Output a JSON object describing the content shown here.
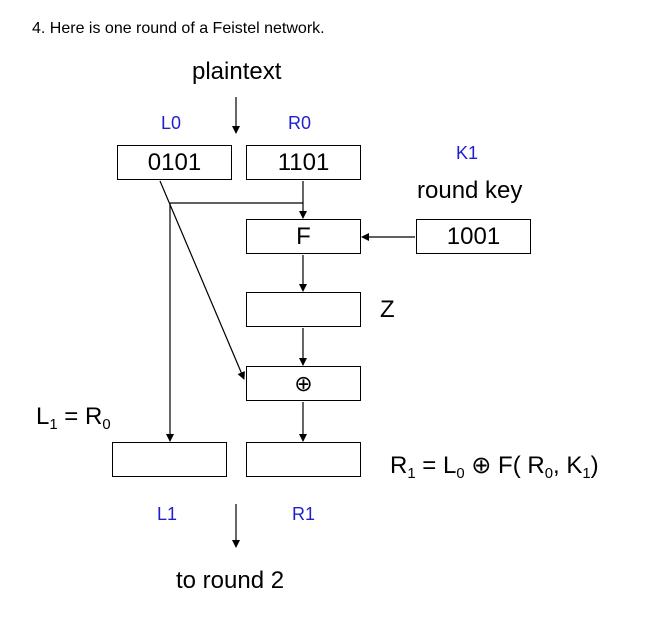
{
  "question": "4. Here is one round of a Feistel network.",
  "plaintext_label": "plaintext",
  "labels": {
    "l0": "L0",
    "r0": "R0",
    "k1": "K1",
    "l1": "L1",
    "r1": "R1"
  },
  "boxes": {
    "l0_value": "0101",
    "r0_value": "1101",
    "f": "F",
    "key_value": "1001",
    "xor": "⊕"
  },
  "round_key_label": "round key",
  "z_label": "Z",
  "l1_equation": {
    "lhs": "L",
    "lhs_sub": "1",
    "eq": " = R",
    "rhs_sub": "0"
  },
  "r1_equation": {
    "r": "R",
    "r_sub": "1",
    "eq": " = L",
    "l_sub": "0",
    "mid": " ⊕ F( R",
    "r0_sub": "0",
    "comma": ", K",
    "k_sub": "1",
    "close": ")"
  },
  "to_round_label": "to round 2"
}
